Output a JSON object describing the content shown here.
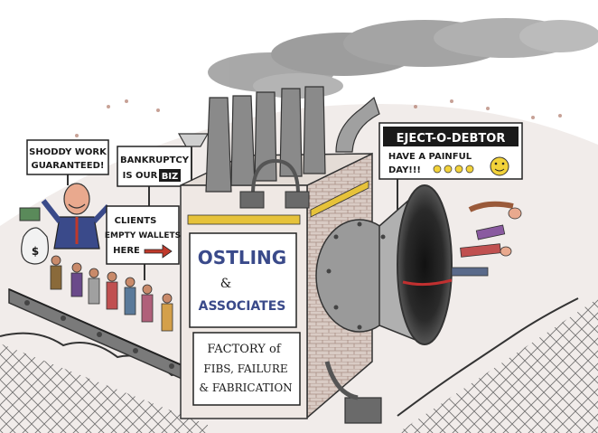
{
  "signs": {
    "shoddy": [
      "SHODDY WORK",
      "GUARANTEED!"
    ],
    "bankruptcy": [
      "BANKRUPTCY",
      "IS OUR",
      "BIZ"
    ],
    "clients": [
      "CLIENTS",
      "EMPTY WALLETS",
      "HERE"
    ],
    "eject": [
      "EJECT-O-DEBTOR",
      "HAVE A PAINFUL",
      "DAY!!!"
    ]
  },
  "factory": {
    "name_line1": "OSTLING",
    "name_line2": "&",
    "name_line3": "ASSOCIATES",
    "tag_line1": "FACTORY of",
    "tag_line2": "FIBS, FAILURE",
    "tag_line3": "& FABRICATION"
  },
  "money_bag_symbol": "$",
  "colors": {
    "smoke": "#8a8a8a",
    "brick": "#c9b8b0",
    "factory_yellow": "#e6c23a",
    "suit_blue": "#3a4a8a",
    "arrow_red": "#c0392b"
  }
}
